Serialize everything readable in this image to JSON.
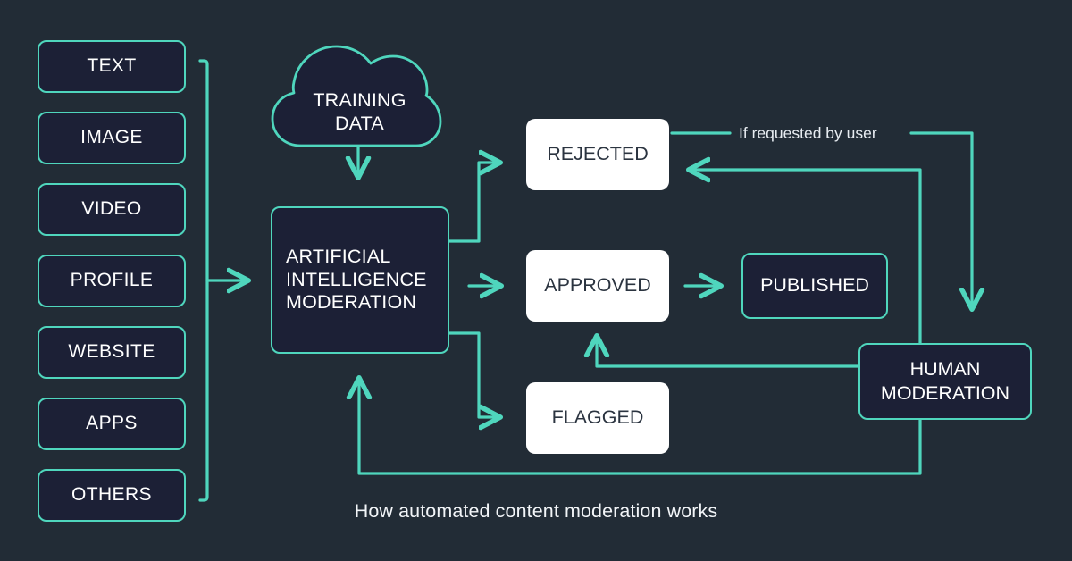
{
  "theme": {
    "background": "#222c36",
    "accent": "#4fd6bd",
    "node_dark_fill": "#1c2036",
    "node_white_fill": "#ffffff",
    "text_light": "#ffffff",
    "text_dark": "#2b3440"
  },
  "caption": "How automated content moderation works",
  "inputs": {
    "items": [
      {
        "label": "TEXT"
      },
      {
        "label": "IMAGE"
      },
      {
        "label": "VIDEO"
      },
      {
        "label": "PROFILE"
      },
      {
        "label": "WEBSITE"
      },
      {
        "label": "APPS"
      },
      {
        "label": "OTHERS"
      }
    ]
  },
  "nodes": {
    "training_data": {
      "line1": "TRAINING",
      "line2": "DATA"
    },
    "ai_moderation": {
      "line1": "ARTIFICIAL",
      "line2": "INTELLIGENCE",
      "line3": "MODERATION"
    },
    "rejected": {
      "label": "REJECTED"
    },
    "approved": {
      "label": "APPROVED"
    },
    "flagged": {
      "label": "FLAGGED"
    },
    "published": {
      "label": "PUBLISHED"
    },
    "human_moderation": {
      "line1": "HUMAN",
      "line2": "MODERATION"
    }
  },
  "edges": {
    "if_requested": "If requested by user"
  }
}
